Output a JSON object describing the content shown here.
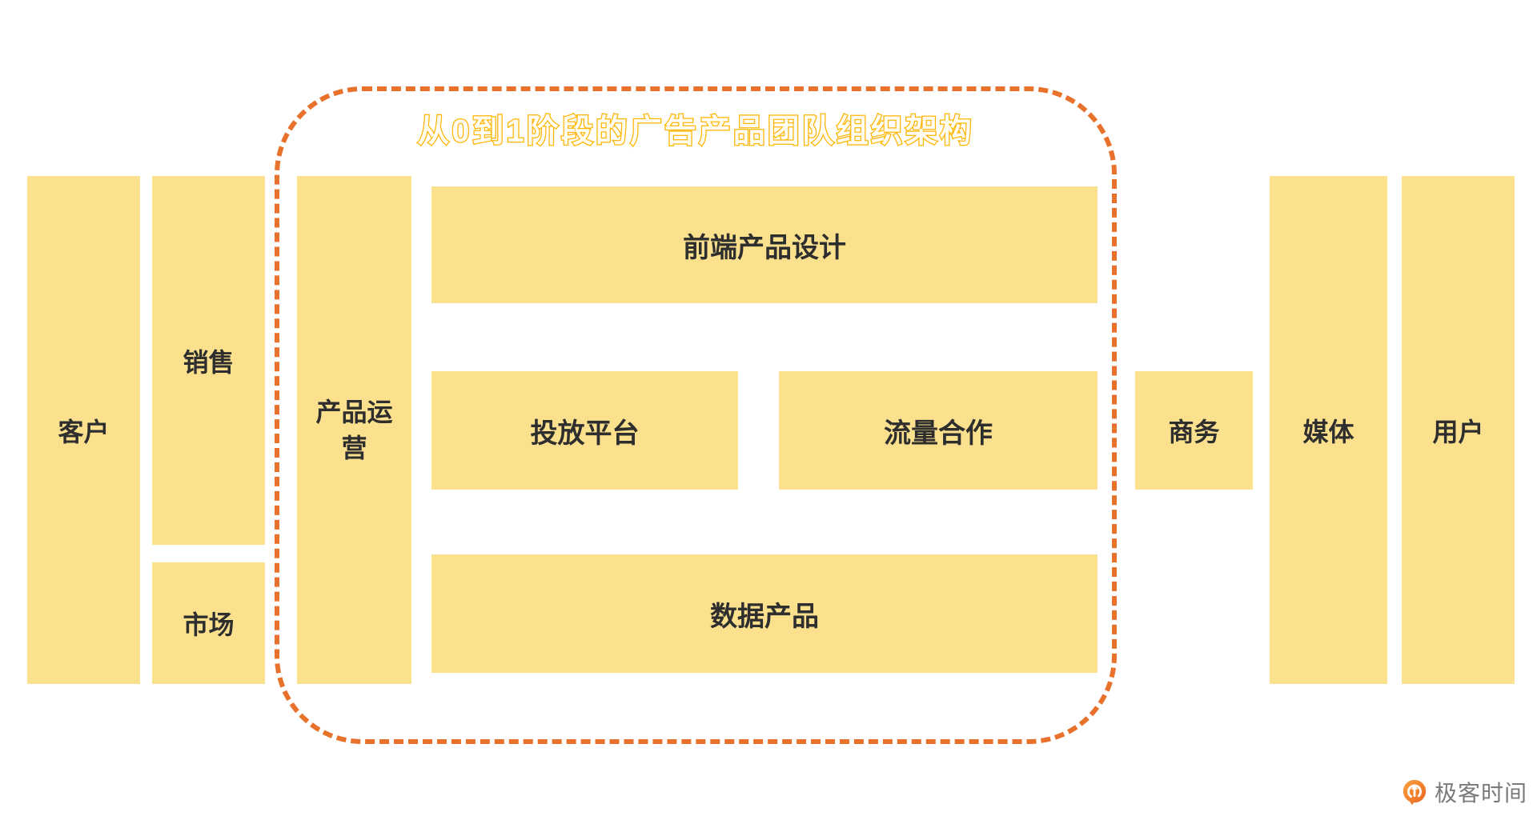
{
  "title": "从0到1阶段的广告产品团队组织架构",
  "boxes": {
    "customer": "客户",
    "sales": "销售",
    "market": "市场",
    "product_ops": "产品运营",
    "frontend_design": "前端产品设计",
    "delivery_platform": "投放平台",
    "traffic_coop": "流量合作",
    "data_product": "数据产品",
    "business": "商务",
    "media": "媒体",
    "user": "用户"
  },
  "logo": {
    "text": "极客时间",
    "icon": "geektime-pin-arrow-icon"
  },
  "colors": {
    "box_fill": "#FBE08E",
    "label_text": "#2E2E2E",
    "dashed_border": "#E8722C",
    "title_text": "#FFB400",
    "logo_text": "#7A7A7A",
    "logo_icon_gradient_start": "#F9A33D",
    "logo_icon_gradient_end": "#EC6220"
  }
}
